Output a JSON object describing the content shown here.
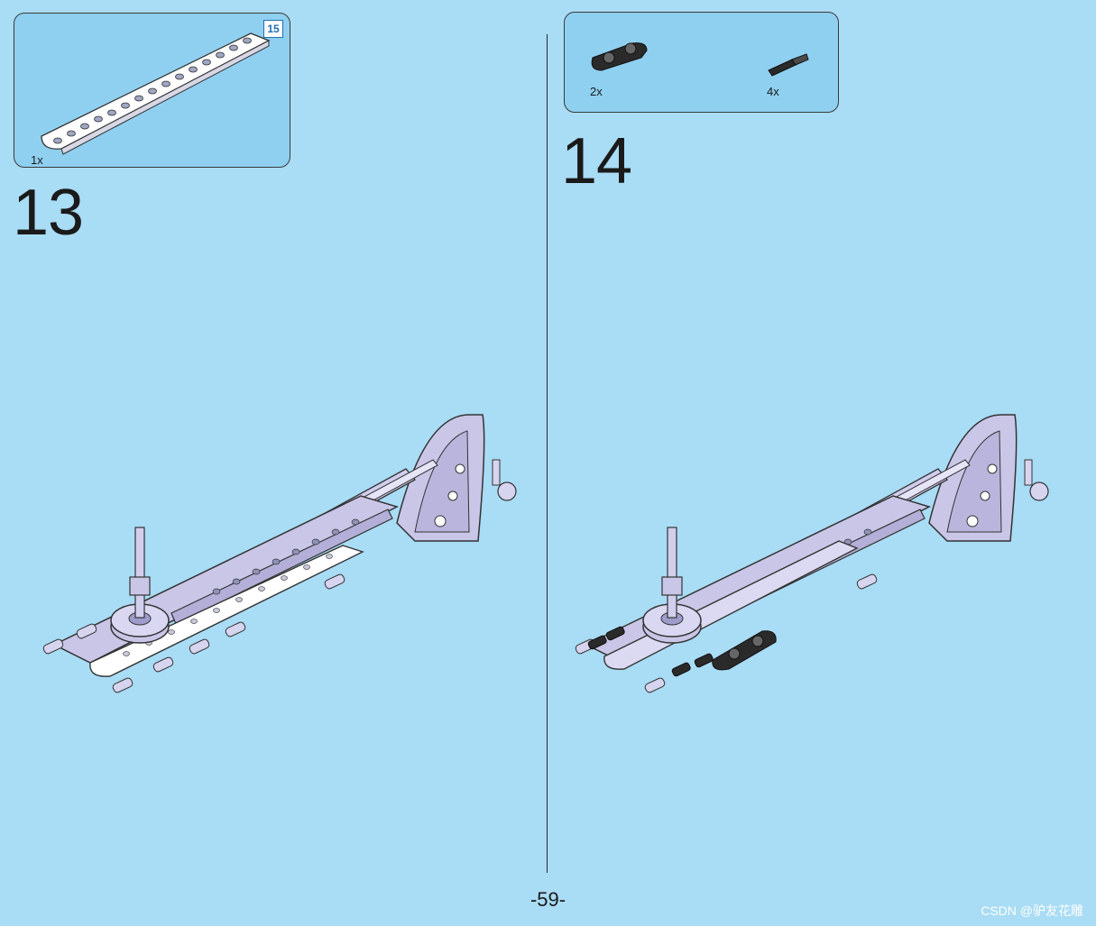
{
  "page": {
    "number": "-59-",
    "watermark": "CSDN @驴友花雕"
  },
  "steps": [
    {
      "number": "13",
      "parts": [
        {
          "name": "white-beam-15",
          "qty": "1x",
          "length_badge": "15"
        }
      ]
    },
    {
      "number": "14",
      "parts": [
        {
          "name": "black-cross-connector",
          "qty": "2x"
        },
        {
          "name": "black-pin-with-axle",
          "qty": "4x"
        }
      ]
    }
  ],
  "colors": {
    "background": "#a9dcf5",
    "parts_box": "#8fd0f0",
    "model_lavender": "#c9c6e8",
    "new_part_white": "#ffffff",
    "new_part_black": "#2a2a2a"
  }
}
